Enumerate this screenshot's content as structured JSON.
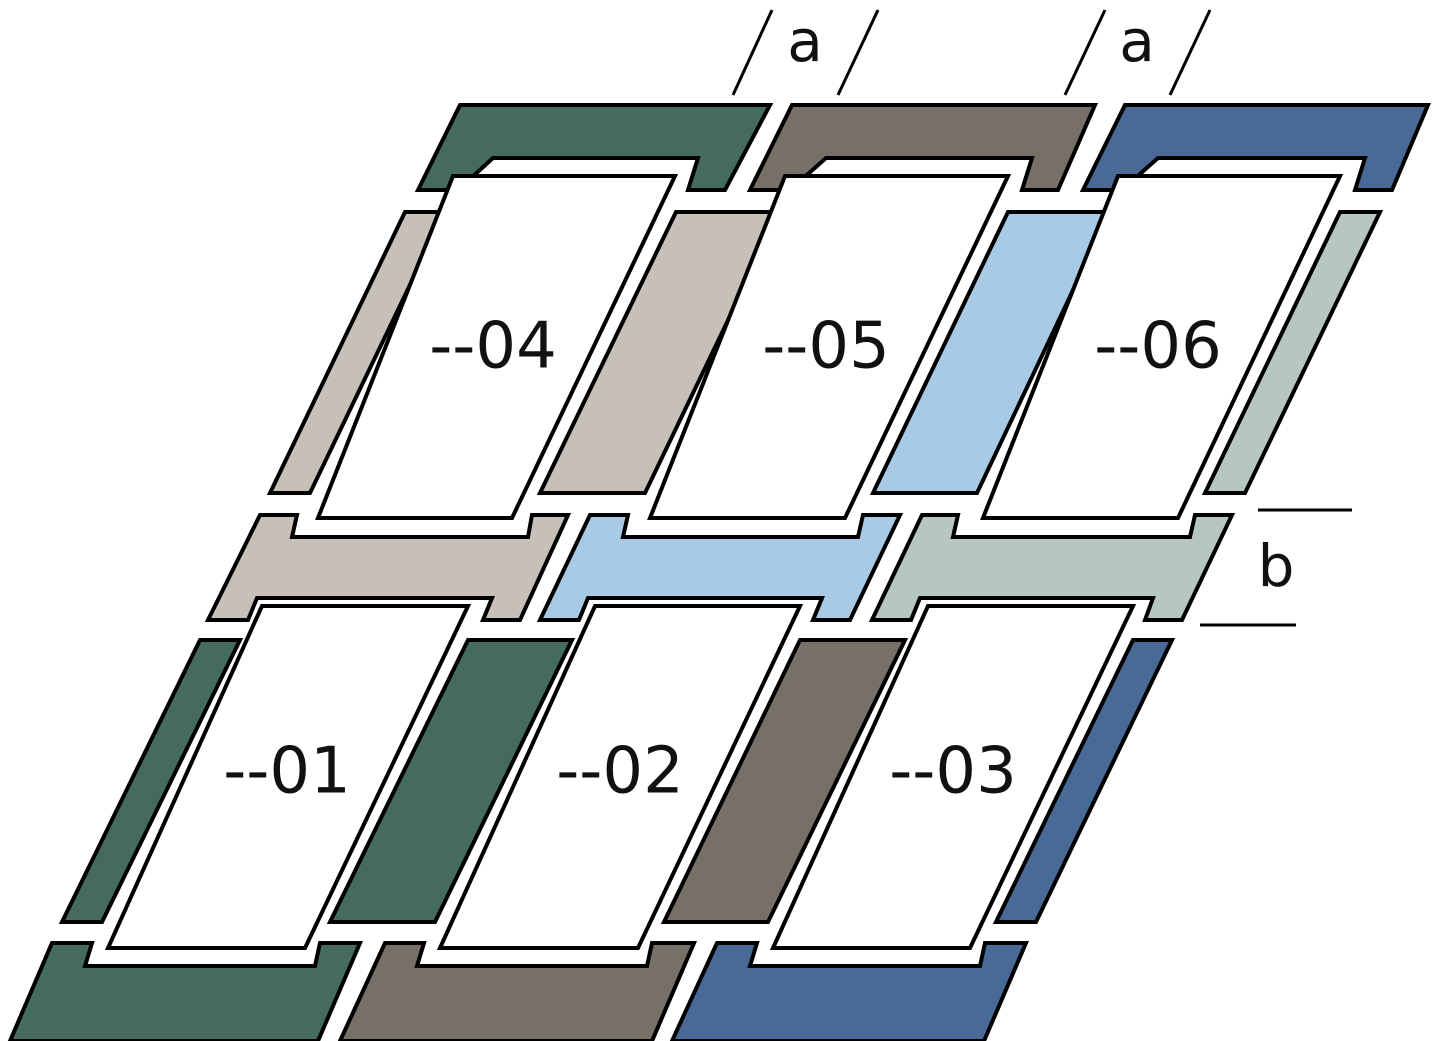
{
  "windows": [
    {
      "label": "--01"
    },
    {
      "label": "--02"
    },
    {
      "label": "--03"
    },
    {
      "label": "--04"
    },
    {
      "label": "--05"
    },
    {
      "label": "--06"
    }
  ],
  "dimensions": {
    "width_label": "a",
    "height_label": "b"
  },
  "colors": {
    "green": "#456b60",
    "gray_dark": "#777069",
    "blue_dark": "#496a97",
    "beige": "#c7c0b8",
    "blue_light": "#a9cae4",
    "sage": "#b6c6c2",
    "outline": "#000000",
    "glass": "#ffffff"
  }
}
